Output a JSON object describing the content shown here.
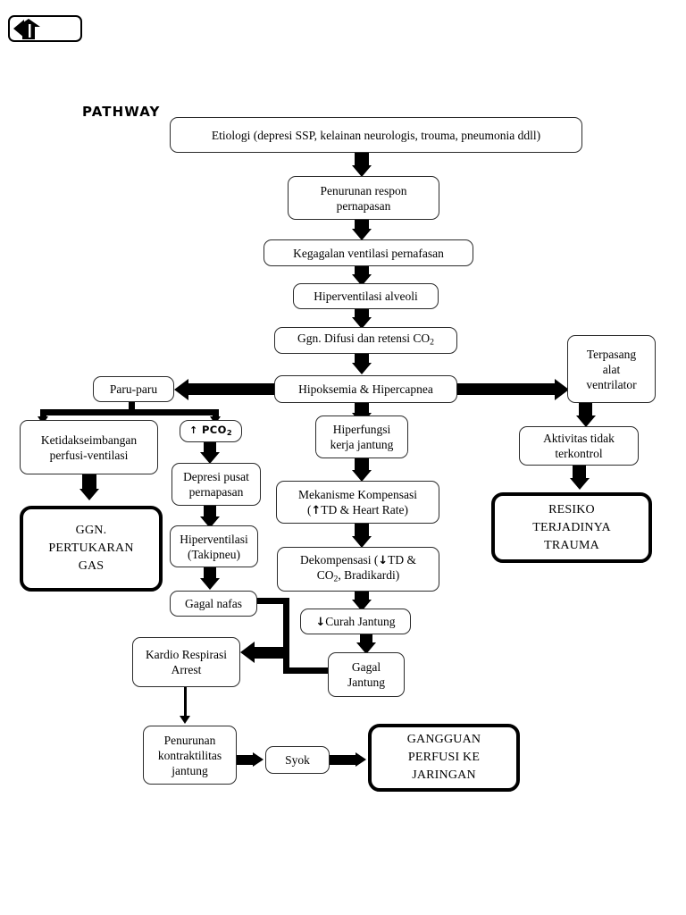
{
  "document": {
    "title": "PATHWAY"
  },
  "toolbar": {
    "back_button_label": "",
    "icon": "back-arrow-icon"
  },
  "diagram": {
    "type": "flowchart",
    "title": "PATHWAY",
    "nodes": [
      {
        "id": "etiologi",
        "label": "Etiologi (depresi SSP, kelainan neurologis, trouma, pneumonia ddll)",
        "style": "normal"
      },
      {
        "id": "penurunan",
        "label": "Penurunan respon pernapasan",
        "style": "normal"
      },
      {
        "id": "kegagalan",
        "label": "Kegagalan ventilasi pernafasan",
        "style": "normal"
      },
      {
        "id": "hiperventilasi",
        "label": "Hiperventilasi alveoli",
        "style": "normal"
      },
      {
        "id": "ggn_difusi",
        "label": "Ggn. Difusi dan retensi CO2",
        "style": "normal"
      },
      {
        "id": "hipoksemia",
        "label": "Hipoksemia & Hipercapnea",
        "style": "normal"
      },
      {
        "id": "paru",
        "label": "Paru-paru",
        "style": "normal"
      },
      {
        "id": "ketidakseimbangan",
        "label": "Ketidakseimbangan perfusi-ventilasi",
        "style": "normal"
      },
      {
        "id": "pco2",
        "label": "PCO2",
        "style": "pill"
      },
      {
        "id": "depresi_pusat",
        "label": "Depresi pusat pernapasan",
        "style": "normal"
      },
      {
        "id": "takipneu",
        "label": "Hiperventilasi (Takipneu)",
        "style": "normal"
      },
      {
        "id": "gagal_nafas",
        "label": "Gagal nafas",
        "style": "normal"
      },
      {
        "id": "ggn_pertukaran",
        "label": "GGN. PERTUKARAN GAS",
        "style": "strong"
      },
      {
        "id": "hiperfungsi",
        "label": "Hiperfungsi kerja jantung",
        "style": "normal"
      },
      {
        "id": "mekanisme",
        "label": "Mekanisme Kompensasi (TD & Heart Rate)",
        "style": "normal"
      },
      {
        "id": "dekompensasi",
        "label": "Dekompensasi (TD & CO2, Bradikardi)",
        "style": "normal"
      },
      {
        "id": "curah_jantung",
        "label": "Curah Jantung",
        "style": "normal"
      },
      {
        "id": "gagal_jantung",
        "label": "Gagal Jantung",
        "style": "normal"
      },
      {
        "id": "kardio_arrest",
        "label": "Kardio Respirasi Arrest",
        "style": "normal"
      },
      {
        "id": "penurunan_kontr",
        "label": "Penurunan kontraktilitas jantung",
        "style": "normal"
      },
      {
        "id": "syok",
        "label": "Syok",
        "style": "normal"
      },
      {
        "id": "gangguan_perfusi",
        "label": "GANGGUAN PERFUSI KE JARINGAN",
        "style": "strong"
      },
      {
        "id": "terpasang",
        "label": "Terpasang alat ventrilator",
        "style": "normal"
      },
      {
        "id": "aktivitas",
        "label": "Aktivitas tidak terkontrol",
        "style": "normal"
      },
      {
        "id": "resiko_trauma",
        "label": "RESIKO TERJADINYA TRAUMA",
        "style": "strong"
      }
    ]
  },
  "nodes": {
    "etiologi": {
      "line1": "Etiologi (depresi SSP, kelainan neurologis, trouma, pneumonia ddll)"
    },
    "penurunan": {
      "line1": "Penurunan respon",
      "line2": "pernapasan"
    },
    "kegagalan": {
      "line1": "Kegagalan ventilasi pernafasan"
    },
    "hiperventilasi_alveoli": {
      "line1": "Hiperventilasi alveoli"
    },
    "ggn_difusi": {
      "pre": "Ggn. Difusi dan retensi CO",
      "sub": "2"
    },
    "hipoksemia": {
      "line1": "Hipoksemia & Hipercapnea"
    },
    "paru": {
      "line1": "Paru-paru"
    },
    "ketidakseimbangan": {
      "line1": "Ketidakseimbangan",
      "line2": "perfusi-ventilasi"
    },
    "pco2": {
      "arrow": "↑",
      "pre": "PCO",
      "sub": "2"
    },
    "depresi_pusat": {
      "line1": "Depresi pusat",
      "line2": "pernapasan"
    },
    "takipneu": {
      "line1": "Hiperventilasi",
      "line2": "(Takipneu)"
    },
    "gagal_nafas": {
      "line1": "Gagal nafas"
    },
    "ggn_pertukaran": {
      "line1": "GGN.",
      "line2": "PERTUKARAN",
      "line3": "GAS"
    },
    "hiperfungsi": {
      "line1": "Hiperfungsi",
      "line2": "kerja jantung"
    },
    "mekanisme": {
      "line1": "Mekanisme Kompensasi",
      "arrow": "↑",
      "post": "TD & Heart Rate)",
      "open": "("
    },
    "dekompensasi": {
      "pre": "Dekompensasi (",
      "arrow": "↓",
      "mid": "TD &",
      "sub_pre": "CO",
      "sub": "2",
      "post": ", Bradikardi)"
    },
    "curah_jantung": {
      "arrow": "↓",
      "line1": "Curah Jantung"
    },
    "gagal_jantung": {
      "line1": "Gagal",
      "line2": "Jantung"
    },
    "kardio_arrest": {
      "line1": "Kardio Respirasi",
      "line2": "Arrest"
    },
    "penurunan_kontr": {
      "line1": "Penurunan",
      "line2": "kontraktilitas",
      "line3": "jantung"
    },
    "syok": {
      "line1": "Syok"
    },
    "gangguan_perfusi": {
      "line1": "GANGGUAN",
      "line2": "PERFUSI KE",
      "line3": "JARINGAN"
    },
    "terpasang": {
      "line1": "Terpasang",
      "line2": "alat",
      "line3": "ventrilator"
    },
    "aktivitas": {
      "line1": "Aktivitas tidak",
      "line2": "terkontrol"
    },
    "resiko_trauma": {
      "line1": "RESIKO",
      "line2": "TERJADINYA",
      "line3": "TRAUMA"
    }
  },
  "colors": {
    "ink": "#000000",
    "page": "#ffffff",
    "node_border": "#2b2b2b"
  }
}
